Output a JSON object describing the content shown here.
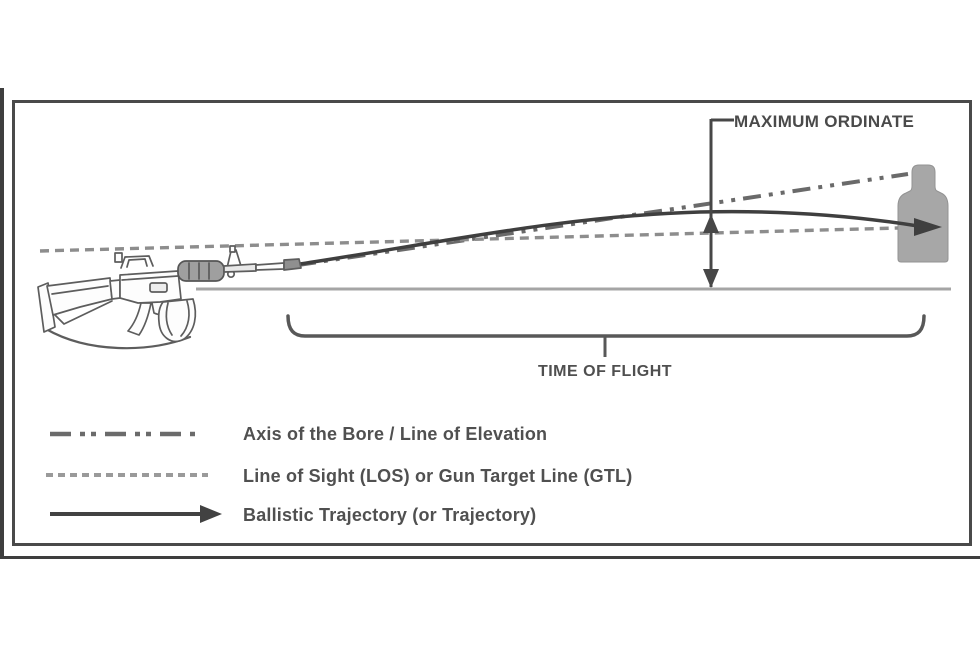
{
  "diagram": {
    "title_region": "ballistics trajectory figure",
    "max_ordinate_label": "MAXIMUM ORDINATE",
    "time_of_flight_label": "TIME OF FLIGHT"
  },
  "legend": {
    "items": [
      {
        "style": "dash-dot-dot",
        "label": "Axis of the Bore / Line of Elevation"
      },
      {
        "style": "dashed",
        "label": "Line of Sight (LOS) or Gun Target Line (GTL)"
      },
      {
        "style": "solid-arrow",
        "label": "Ballistic Trajectory (or Trajectory)"
      }
    ]
  },
  "colors": {
    "frame": "#4a4a4a",
    "trajectory": "#3f3f3f",
    "bore_axis": "#6a6a6a",
    "line_of_sight": "#8d8d8d",
    "ground": "#a5a5a5",
    "target": "#a7a7a7",
    "bracket": "#585858",
    "text": "#4a4a4a"
  }
}
